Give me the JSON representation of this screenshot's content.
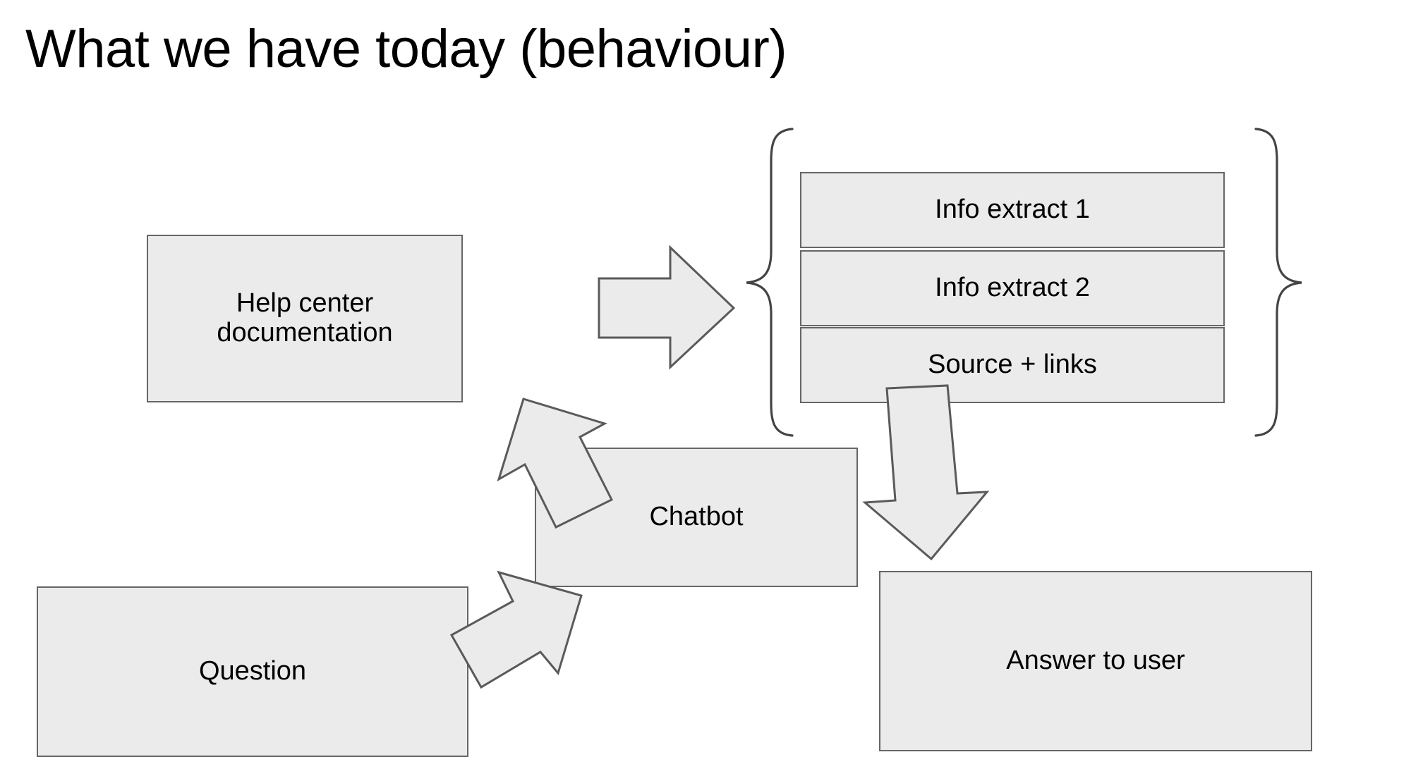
{
  "slide": {
    "title": "What we have today (behaviour)",
    "background_color": "#ffffff",
    "text_color": "#000000"
  },
  "theme": {
    "node_fill": "#ebebeb",
    "node_border": "#666666",
    "arrow_fill": "#ebebeb",
    "arrow_border": "#5a5a5a",
    "brace_stroke": "#444444"
  },
  "diagram": {
    "type": "flowchart",
    "nodes": [
      {
        "id": "help-center-documentation",
        "label": "Help center documentation"
      },
      {
        "id": "info-extract-1",
        "label": "Info extract 1"
      },
      {
        "id": "info-extract-2",
        "label": "Info extract 2"
      },
      {
        "id": "source-plus-links",
        "label": "Source + links"
      },
      {
        "id": "chatbot",
        "label": "Chatbot"
      },
      {
        "id": "question",
        "label": "Question"
      },
      {
        "id": "answer-to-user",
        "label": "Answer to user"
      }
    ],
    "groups": [
      {
        "id": "retrieved-context-group",
        "members": [
          "info-extract-1",
          "info-extract-2",
          "source-plus-links"
        ],
        "left_brace": "{",
        "right_brace": "}"
      }
    ],
    "edges": [
      {
        "id": "edge-docs-to-extracts",
        "from": "help-center-documentation",
        "to": "retrieved-context-group",
        "direction": "right"
      },
      {
        "id": "edge-source-to-answer",
        "from": "source-plus-links",
        "to": "answer-to-user",
        "direction": "down"
      },
      {
        "id": "edge-chatbot-to-docs",
        "from": "chatbot",
        "to": "help-center-documentation",
        "direction": "up-left"
      },
      {
        "id": "edge-question-to-chatbot",
        "from": "question",
        "to": "chatbot",
        "direction": "up-right"
      }
    ]
  }
}
